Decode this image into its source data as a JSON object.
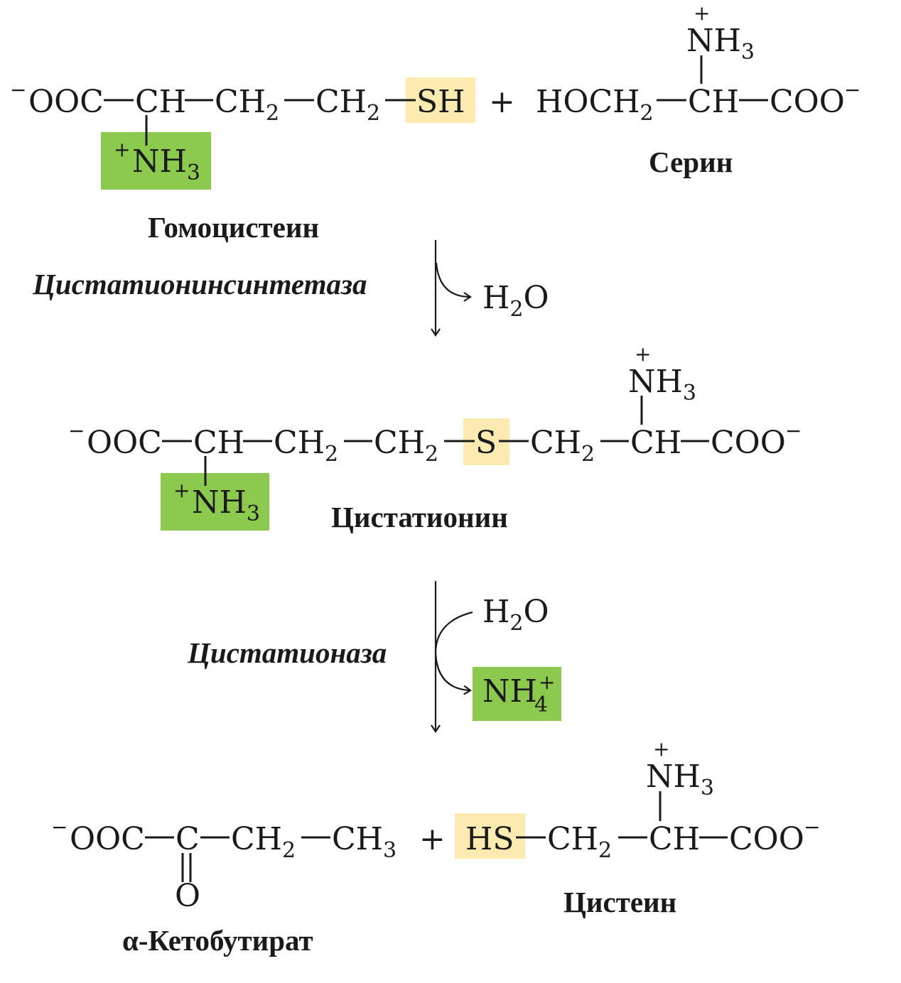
{
  "colors": {
    "sulfur_highlight": "#fcebb0",
    "amino_highlight": "#8cc94f",
    "ink": "#1a1a1a"
  },
  "homocysteine": {
    "name": "Гомоцистеин",
    "charge": "−",
    "ooc": "OOC",
    "ch": "CH",
    "ch2a": "CH",
    "ch2b": "CH",
    "sub2": "2",
    "sh": "SH",
    "plus": "+",
    "nh": "NH",
    "sub3": "3"
  },
  "plus_sign": "+",
  "serine": {
    "name": "Серин",
    "hoch": "HOCH",
    "sub2": "2",
    "ch": "CH",
    "coo": "COO",
    "charge": "−",
    "nh": "NH",
    "sub3": "3",
    "plus": "+"
  },
  "step1": {
    "enzyme": "Цистатионинсинтетаза",
    "h": "H",
    "sub2": "2",
    "o": "O"
  },
  "cystathionine": {
    "name": "Цистатионин",
    "charge": "−",
    "ooc": "OOC",
    "ch": "CH",
    "ch2": "CH",
    "sub2": "2",
    "s": "S",
    "coo": "COO",
    "nh": "NH",
    "sub3": "3",
    "plus": "+"
  },
  "step2": {
    "enzyme": "Цистатионаза",
    "h": "H",
    "sub2": "2",
    "o": "O",
    "nh": "NH",
    "sub4": "4",
    "plus": "+"
  },
  "ketobutyrate": {
    "name": "α-Кетобутират",
    "charge": "−",
    "ooc": "OOC",
    "c": "C",
    "ch2": "CH",
    "sub2": "2",
    "ch3": "CH",
    "sub3": "3",
    "o": "O"
  },
  "cysteine": {
    "name": "Цистеин",
    "hs": "HS",
    "ch2": "CH",
    "sub2": "2",
    "ch": "CH",
    "coo": "COO",
    "charge": "−",
    "nh": "NH",
    "sub3": "3",
    "plus": "+"
  }
}
